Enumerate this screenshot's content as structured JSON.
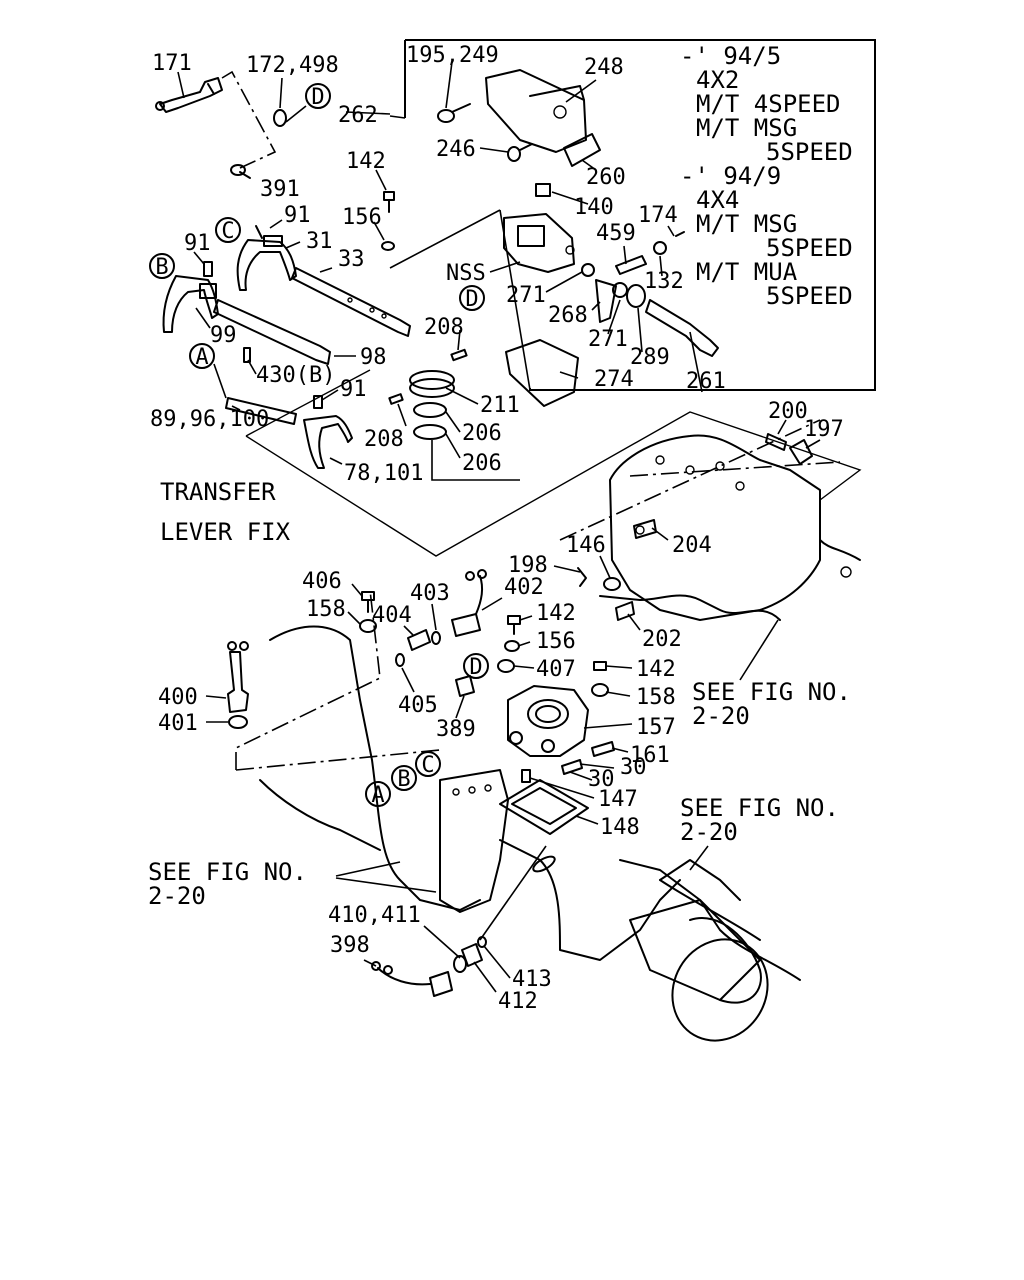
{
  "part_labels": {
    "p171": "171",
    "p172_498": "172,498",
    "p262": "262",
    "p391": "391",
    "p142a": "142",
    "p156a": "156",
    "p91a": "91",
    "p91b": "91",
    "p31": "31",
    "p33": "33",
    "p99": "99",
    "p98": "98",
    "p430b": "430(B)",
    "p89": "89,96,100",
    "p91c": "91",
    "p208a": "208",
    "p208b": "208",
    "p211": "211",
    "p206a": "206",
    "p206b": "206",
    "p78": "78,101",
    "p195": "195,249",
    "p248": "248",
    "p246": "246",
    "p260": "260",
    "p140": "140",
    "pNSS": "NSS",
    "p271a": "271",
    "p268": "268",
    "p271b": "271",
    "p459": "459",
    "p174": "174",
    "p132": "132",
    "p289": "289",
    "p274": "274",
    "p261": "261",
    "p200": "200",
    "p197": "197",
    "p204": "204",
    "p198": "198",
    "p146": "146",
    "p202": "202",
    "p406": "406",
    "p158a": "158",
    "p404": "404",
    "p403": "403",
    "p402": "402",
    "p142b": "142",
    "p156b": "156",
    "p407": "407",
    "p142c": "142",
    "p158b": "158",
    "p400": "400",
    "p401": "401",
    "p405": "405",
    "p389": "389",
    "p157": "157",
    "p161": "161",
    "p30a": "30",
    "p30b": "30",
    "p147": "147",
    "p148": "148",
    "p410": "410,411",
    "p398": "398",
    "p413": "413",
    "p412": "412"
  },
  "circle_markers": {
    "D1": "D",
    "C1": "C",
    "B1": "B",
    "A1": "A",
    "D2": "D",
    "D3": "D",
    "A2": "A",
    "B2": "B",
    "C2": "C"
  },
  "applicability_notes": [
    "-' 94/5",
    "4X2",
    "M/T  4SPEED",
    "M/T  MSG",
    "5SPEED",
    "-' 94/9",
    "4X4",
    "M/T  MSG",
    "5SPEED",
    "M/T  MUA",
    "5SPEED"
  ],
  "transfer_note": {
    "line1": "TRANSFER",
    "line2": "LEVER FIX"
  },
  "see_fig_refs": [
    {
      "line1": "SEE FIG NO.",
      "line2": "2-20"
    },
    {
      "line1": "SEE FIG NO.",
      "line2": "2-20"
    },
    {
      "line1": "SEE FIG NO.",
      "line2": "2-20"
    }
  ]
}
